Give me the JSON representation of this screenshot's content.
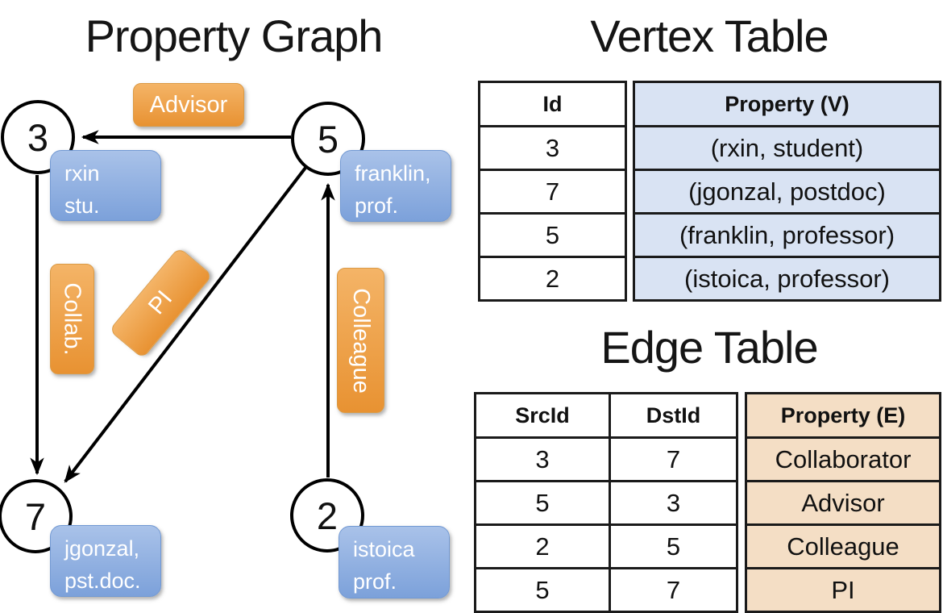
{
  "graph": {
    "title": "Property Graph",
    "nodes": [
      {
        "id": "3",
        "property_lines": [
          "rxin",
          "stu."
        ]
      },
      {
        "id": "5",
        "property_lines": [
          "franklin,",
          "prof."
        ]
      },
      {
        "id": "7",
        "property_lines": [
          "jgonzal,",
          "pst.doc."
        ]
      },
      {
        "id": "2",
        "property_lines": [
          "istoica",
          "prof."
        ]
      }
    ],
    "edges": [
      {
        "label": "Advisor",
        "src": "5",
        "dst": "3"
      },
      {
        "label": "Collab.",
        "src": "3",
        "dst": "7"
      },
      {
        "label": "PI",
        "src": "5",
        "dst": "7"
      },
      {
        "label": "Colleague",
        "src": "2",
        "dst": "5"
      }
    ]
  },
  "vertex_table": {
    "title": "Vertex Table",
    "columns": [
      "Id",
      "Property (V)"
    ],
    "rows": [
      [
        "3",
        "(rxin, student)"
      ],
      [
        "7",
        "(jgonzal, postdoc)"
      ],
      [
        "5",
        "(franklin, professor)"
      ],
      [
        "2",
        "(istoica, professor)"
      ]
    ]
  },
  "edge_table": {
    "title": "Edge Table",
    "columns": [
      "SrcId",
      "DstId",
      "Property (E)"
    ],
    "rows": [
      [
        "3",
        "7",
        "Collaborator"
      ],
      [
        "5",
        "3",
        "Advisor"
      ],
      [
        "2",
        "5",
        "Colleague"
      ],
      [
        "5",
        "7",
        "PI"
      ]
    ]
  },
  "colors": {
    "edge_label_fill_top": "#F4B467",
    "edge_label_fill_bottom": "#E89232",
    "vertex_label_fill_top": "#A9C2E9",
    "vertex_label_fill_bottom": "#7CA1DA",
    "vertex_table_cell_fill": "#D9E3F3",
    "edge_table_cell_fill": "#F4DEC5",
    "edge_stroke": "#000000"
  }
}
